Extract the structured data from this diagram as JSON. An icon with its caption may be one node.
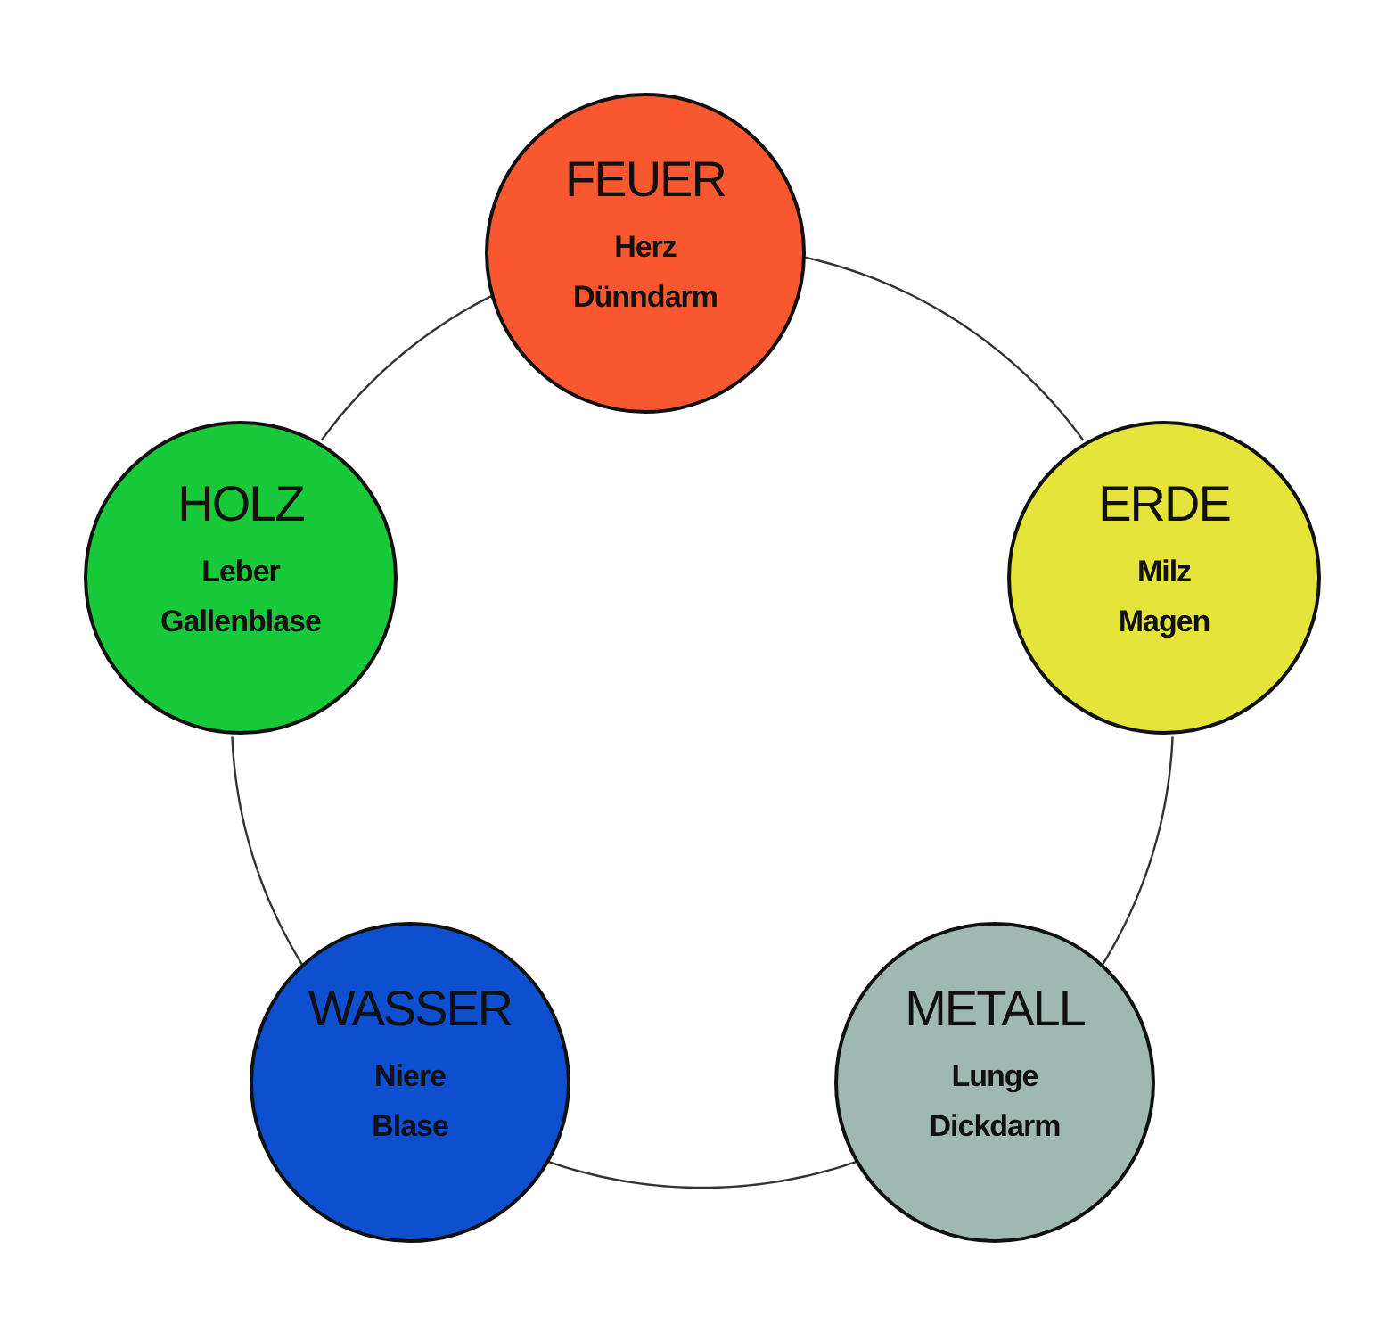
{
  "diagram": {
    "nodes": [
      {
        "text": [
          "FEUER",
          "Herz",
          "Dünndarm"
        ]
      },
      {
        "text": [
          "ERDE",
          "Milz",
          "Magen"
        ]
      },
      {
        "text": [
          "METALL",
          "Lunge",
          "Dickdarm"
        ]
      },
      {
        "text": [
          "WASSER",
          "Niere",
          "Blase"
        ]
      },
      {
        "text": [
          "HOLZ",
          "Leber",
          "Gallenblase"
        ]
      }
    ],
    "edges": [
      {
        "from": 0,
        "to": 1,
        "arrow": "none"
      },
      {
        "from": 1,
        "to": 2,
        "arrow": "none"
      },
      {
        "from": 2,
        "to": 3,
        "arrow": "none"
      },
      {
        "from": 3,
        "to": 4,
        "arrow": "none"
      },
      {
        "from": 4,
        "to": 0,
        "arrow": "none"
      }
    ]
  }
}
